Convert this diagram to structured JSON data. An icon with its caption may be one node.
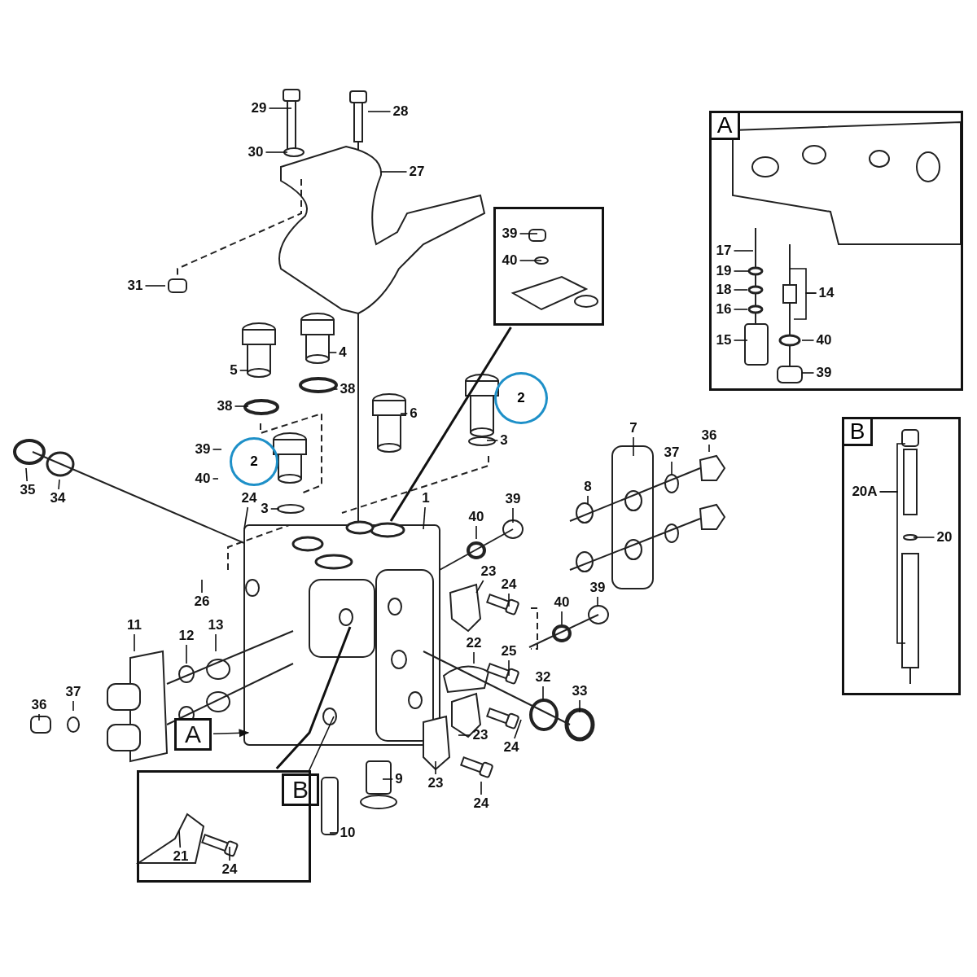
{
  "diagram": {
    "nodes": [
      {
        "text": [
          "29"
        ]
      },
      {
        "text": [
          "28"
        ]
      },
      {
        "text": [
          "30"
        ]
      },
      {
        "text": [
          "27"
        ]
      },
      {
        "text": [
          "31"
        ]
      },
      {
        "text": [
          "4"
        ]
      },
      {
        "text": [
          "5"
        ]
      },
      {
        "text": [
          "38"
        ]
      },
      {
        "text": [
          "38"
        ]
      },
      {
        "text": [
          "6"
        ]
      },
      {
        "text": [
          "2"
        ]
      },
      {
        "text": [
          "3"
        ]
      },
      {
        "text": [
          "39"
        ]
      },
      {
        "text": [
          "2"
        ]
      },
      {
        "text": [
          "40"
        ]
      },
      {
        "text": [
          "24"
        ]
      },
      {
        "text": [
          "3"
        ]
      },
      {
        "text": [
          "1"
        ]
      },
      {
        "text": [
          "35"
        ]
      },
      {
        "text": [
          "34"
        ]
      },
      {
        "text": [
          "7"
        ]
      },
      {
        "text": [
          "37"
        ]
      },
      {
        "text": [
          "36"
        ]
      },
      {
        "text": [
          "8"
        ]
      },
      {
        "text": [
          "40"
        ]
      },
      {
        "text": [
          "39"
        ]
      },
      {
        "text": [
          "23"
        ]
      },
      {
        "text": [
          "24"
        ]
      },
      {
        "text": [
          "39"
        ]
      },
      {
        "text": [
          "40"
        ]
      },
      {
        "text": [
          "26"
        ]
      },
      {
        "text": [
          "11"
        ]
      },
      {
        "text": [
          "12"
        ]
      },
      {
        "text": [
          "13"
        ]
      },
      {
        "text": [
          "22"
        ]
      },
      {
        "text": [
          "25"
        ]
      },
      {
        "text": [
          "32"
        ]
      },
      {
        "text": [
          "33"
        ]
      },
      {
        "text": [
          "36"
        ]
      },
      {
        "text": [
          "37"
        ]
      },
      {
        "text": [
          "23"
        ]
      },
      {
        "text": [
          "24"
        ]
      },
      {
        "text": [
          "9"
        ]
      },
      {
        "text": [
          "23"
        ]
      },
      {
        "text": [
          "24"
        ]
      },
      {
        "text": [
          "10"
        ]
      },
      {
        "text": [
          "A"
        ]
      },
      {
        "text": [
          "B"
        ]
      },
      {
        "text": [],
        "shape": "box"
      },
      {
        "text": [
          "21"
        ],
        "in": 48
      },
      {
        "text": [
          "24"
        ],
        "in": 48
      },
      {
        "text": [],
        "shape": "box"
      },
      {
        "text": [
          "39"
        ],
        "in": 51
      },
      {
        "text": [
          "40"
        ],
        "in": 51
      },
      {
        "text": [
          "A"
        ]
      },
      {
        "text": [
          "17"
        ],
        "in": 54
      },
      {
        "text": [
          "19"
        ],
        "in": 54
      },
      {
        "text": [
          "18"
        ],
        "in": 54
      },
      {
        "text": [
          "16"
        ],
        "in": 54
      },
      {
        "text": [
          "15"
        ],
        "in": 54
      },
      {
        "text": [
          "14"
        ],
        "in": 54
      },
      {
        "text": [
          "40"
        ],
        "in": 54
      },
      {
        "text": [
          "39"
        ],
        "in": 54
      },
      {
        "text": [
          "B"
        ]
      },
      {
        "text": [
          "20A"
        ],
        "in": 63
      },
      {
        "text": [
          "20"
        ],
        "in": 63
      }
    ],
    "edges": [
      {
        "from": 0,
        "to": null,
        "arrow": "none"
      },
      {
        "from": 1,
        "to": null,
        "arrow": "none"
      },
      {
        "from": 2,
        "to": null,
        "arrow": "none"
      },
      {
        "from": 3,
        "to": null,
        "arrow": "none"
      },
      {
        "from": 4,
        "to": null,
        "arrow": "none"
      },
      {
        "from": 5,
        "to": null,
        "arrow": "none"
      },
      {
        "from": 6,
        "to": null,
        "arrow": "none"
      },
      {
        "from": 7,
        "to": null,
        "arrow": "none"
      },
      {
        "from": 8,
        "to": null,
        "arrow": "none"
      },
      {
        "from": 9,
        "to": null,
        "arrow": "none"
      },
      {
        "from": 11,
        "to": null,
        "arrow": "none"
      },
      {
        "from": 12,
        "to": null,
        "arrow": "none"
      },
      {
        "from": 14,
        "to": null,
        "arrow": "none"
      },
      {
        "from": 15,
        "to": null,
        "arrow": "none"
      },
      {
        "from": 16,
        "to": null,
        "arrow": "none"
      },
      {
        "from": 17,
        "to": null,
        "arrow": "none"
      },
      {
        "from": 18,
        "to": null,
        "arrow": "none"
      },
      {
        "from": 19,
        "to": null,
        "arrow": "none"
      },
      {
        "from": 20,
        "to": null,
        "arrow": "none"
      },
      {
        "from": 21,
        "to": null,
        "arrow": "none"
      },
      {
        "from": 22,
        "to": null,
        "arrow": "none"
      },
      {
        "from": 23,
        "to": null,
        "arrow": "none"
      },
      {
        "from": 24,
        "to": null,
        "arrow": "none"
      },
      {
        "from": 25,
        "to": null,
        "arrow": "none"
      },
      {
        "from": 26,
        "to": null,
        "arrow": "none"
      },
      {
        "from": 27,
        "to": null,
        "arrow": "none"
      },
      {
        "from": 28,
        "to": null,
        "arrow": "none"
      },
      {
        "from": 29,
        "to": null,
        "arrow": "none"
      },
      {
        "from": 30,
        "to": null,
        "arrow": "none"
      },
      {
        "from": 31,
        "to": null,
        "arrow": "none"
      },
      {
        "from": 32,
        "to": null,
        "arrow": "none"
      },
      {
        "from": 33,
        "to": null,
        "arrow": "none"
      },
      {
        "from": 34,
        "to": null,
        "arrow": "none"
      },
      {
        "from": 35,
        "to": null,
        "arrow": "none"
      },
      {
        "from": 36,
        "to": null,
        "arrow": "none"
      },
      {
        "from": 37,
        "to": null,
        "arrow": "none"
      },
      {
        "from": 38,
        "to": null,
        "arrow": "none"
      },
      {
        "from": 39,
        "to": null,
        "arrow": "none"
      },
      {
        "from": 40,
        "to": null,
        "arrow": "none"
      },
      {
        "from": 41,
        "to": null,
        "arrow": "none"
      },
      {
        "from": 42,
        "to": null,
        "arrow": "none"
      },
      {
        "from": 43,
        "to": null,
        "arrow": "none"
      },
      {
        "from": 44,
        "to": null,
        "arrow": "none"
      },
      {
        "from": 45,
        "to": null,
        "arrow": "none"
      },
      {
        "from": 46,
        "to": null,
        "arrow": "to"
      },
      {
        "from": 47,
        "to": null,
        "arrow": "none"
      },
      {
        "from": 48,
        "to": null,
        "arrow": "none"
      },
      {
        "from": 49,
        "to": null,
        "arrow": "none"
      },
      {
        "from": 50,
        "to": null,
        "arrow": "none"
      },
      {
        "from": 51,
        "to": null,
        "arrow": "none"
      },
      {
        "from": 52,
        "to": null,
        "arrow": "none"
      },
      {
        "from": 53,
        "to": null,
        "arrow": "none"
      },
      {
        "from": 55,
        "to": null,
        "arrow": "none"
      },
      {
        "from": 56,
        "to": null,
        "arrow": "none"
      },
      {
        "from": 57,
        "to": null,
        "arrow": "none"
      },
      {
        "from": 58,
        "to": null,
        "arrow": "none"
      },
      {
        "from": 59,
        "to": null,
        "arrow": "none"
      },
      {
        "from": 60,
        "to": null,
        "arrow": "none"
      },
      {
        "from": 60,
        "to": null,
        "arrow": "none"
      },
      {
        "from": 61,
        "to": null,
        "arrow": "none"
      },
      {
        "from": 62,
        "to": null,
        "arrow": "none"
      },
      {
        "from": 64,
        "to": null,
        "arrow": "none"
      },
      {
        "from": 64,
        "to": null,
        "arrow": "none"
      },
      {
        "from": 65,
        "to": null,
        "arrow": "none"
      }
    ]
  }
}
